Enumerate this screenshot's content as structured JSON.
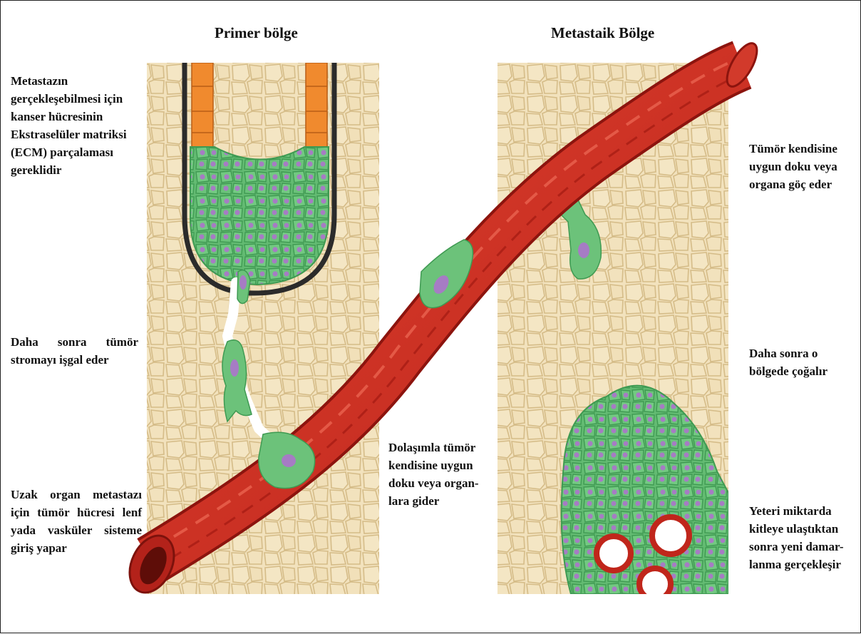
{
  "titles": {
    "primary": "Primer bölge",
    "metastatic": "Metastaik Bölge"
  },
  "captions": {
    "ecm": [
      "Metastazın",
      "gerçekleşebilmesi için",
      "kanser hücresinin",
      "Ekstraselüler matriksi",
      "(ECM) parçalaması",
      "gereklidir"
    ],
    "stroma": [
      "Daha sonra tümör",
      "stromayı işgal eder"
    ],
    "entry": [
      "Uzak organ metastazı",
      "için tümör hücresi lenf",
      "yada vasküler sisteme",
      "giriş yapar"
    ],
    "circulation": [
      "Dolaşımla tümör",
      "kendisine uygun",
      "doku veya organ-",
      "lara gider"
    ],
    "migrate": [
      "Tümör kendisine",
      "uygun doku veya",
      "organa göç eder"
    ],
    "proliferate": [
      "Daha sonra o",
      "bölgede çoğalır"
    ],
    "angiogenesis": [
      "Yeteri miktarda",
      "kitleye ulaştıktan",
      "sonra yeni damar-",
      "lanma gerçekleşir"
    ]
  },
  "colors": {
    "tissue_fill": "#f2e2bd",
    "tissue_line": "#d8c08c",
    "vessel": "#cf2a1f",
    "vessel_dark": "#8c140e",
    "tumor_cell": "#6cc27a",
    "nucleus": "#a67cc4",
    "epithelium": "#f08a2e"
  }
}
